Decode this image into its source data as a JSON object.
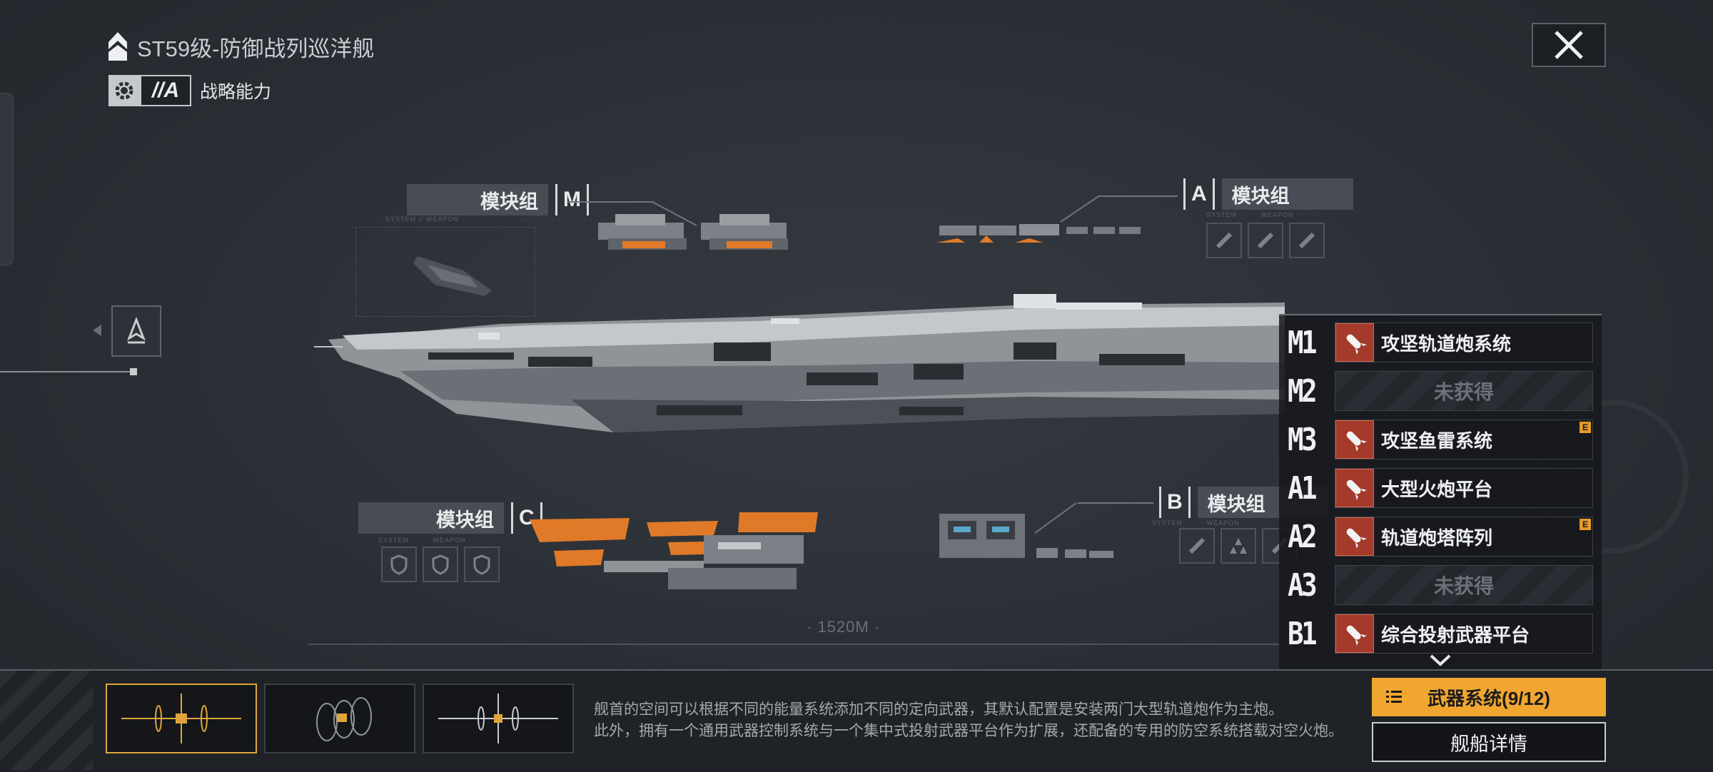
{
  "ship": {
    "title": "ST59级-防御战列巡洋舰",
    "strategy_grade": "//A",
    "strategy_label": "战略能力",
    "length_label": "· 1520M ·"
  },
  "modules": {
    "m": {
      "name": "模块组",
      "code": "M"
    },
    "a": {
      "name": "模块组",
      "code": "A"
    },
    "b": {
      "name": "模块组",
      "code": "B"
    },
    "c": {
      "name": "模块组",
      "code": "C"
    }
  },
  "weapons": [
    {
      "code": "M1",
      "name": "攻坚轨道炮系统",
      "acquired": true,
      "badge": ""
    },
    {
      "code": "M2",
      "name": "未获得",
      "acquired": false,
      "badge": ""
    },
    {
      "code": "M3",
      "name": "攻坚鱼雷系统",
      "acquired": true,
      "badge": "E"
    },
    {
      "code": "A1",
      "name": "大型火炮平台",
      "acquired": true,
      "badge": ""
    },
    {
      "code": "A2",
      "name": "轨道炮塔阵列",
      "acquired": true,
      "badge": "E"
    },
    {
      "code": "A3",
      "name": "未获得",
      "acquired": false,
      "badge": ""
    },
    {
      "code": "B1",
      "name": "综合投射武器平台",
      "acquired": true,
      "badge": ""
    }
  ],
  "description": {
    "line1": "舰首的空间可以根据不同的能量系统添加不同的定向武器，其默认配置是安装两门大型轨道炮作为主炮。",
    "line2": "此外，拥有一个通用武器控制系统与一个集中式投射武器平台作为扩展，还配备的专用的防空系统搭载对空火炮。"
  },
  "buttons": {
    "weapon_systems": "武器系统(9/12)",
    "ship_details": "舰船详情"
  },
  "colors": {
    "accent": "#f1a72f",
    "module_orange": "#e07a28",
    "weapon_icon": "#a33a2a",
    "background": "#2b2f35"
  },
  "icons": {
    "close": "close-x-icon",
    "rank": "rank-chevron-icon",
    "gear": "gear-icon",
    "weapon": "missile-icon",
    "chevron": "chevron-down-icon",
    "menu": "list-menu-icon"
  }
}
